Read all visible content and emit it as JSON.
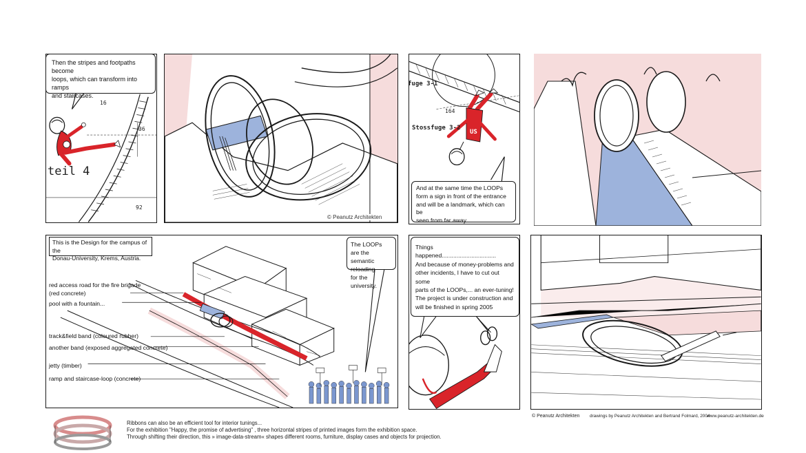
{
  "panels": {
    "p1": {
      "bubble": "Then the stripes and footpaths become\nloops, which can transform into ramps\nand staircases.",
      "sketch_label_main": "teil 4",
      "sketch_num_a": "16",
      "sketch_num_b": "36",
      "sketch_num_c": "92"
    },
    "p2": {
      "copyright": "© Peanutz Architekten"
    },
    "p3": {
      "label_top": "fuge 3-1",
      "label_mid": "Stossfuge 3-2",
      "sketch_num": "164",
      "figure_letters": "US",
      "bubble": "And at the same time the LOOPs\nform a sign in front of the entrance\nand will be a landmark, which can be\nseen  from far away."
    },
    "p5": {
      "caption": "This is the Design for the campus of the\nDonau-University, Krems, Austria.",
      "bubble": "The LOOPs are the\nsemantic reloading\nfor the university.",
      "legend": [
        "red access road for the fire brigade\n(red concrete)",
        "pool with a fountain...",
        "track&field band (coloured rubber)",
        "another band (exposed aggregated concrete)",
        "jetty (timber)",
        "ramp and staircase-loop (concrete)"
      ]
    },
    "p6": {
      "bubble": "Things happened.................................\nAnd because of money-problems and\nother incidents, I have to cut out some\nparts of the LOOPs,... an ever-tuning!\nThe project is under construction and\nwill be finished in spring 2005"
    }
  },
  "footer": {
    "text": "Ribbons can also be an efficient tool for interior tunings...\nFor the exhibition  \"Happy, the promise of advertising\" , three horizontal stripes of printed images form the exhibition space.\nThrough shifting their direction, this » image-data-stream« shapes different rooms, furniture, display cases and objects for projection.",
    "credit_left": "© Peanutz Architekten",
    "credit_mid": "drawings by Peanutz Architekten and Bertrand Folmard, 2004",
    "credit_right": "www.peanutz-architekten.de"
  },
  "colors": {
    "pink": "#f6dcdc",
    "red": "#d9242a",
    "blue": "#9db3dc",
    "ink": "#1a1a1a"
  }
}
